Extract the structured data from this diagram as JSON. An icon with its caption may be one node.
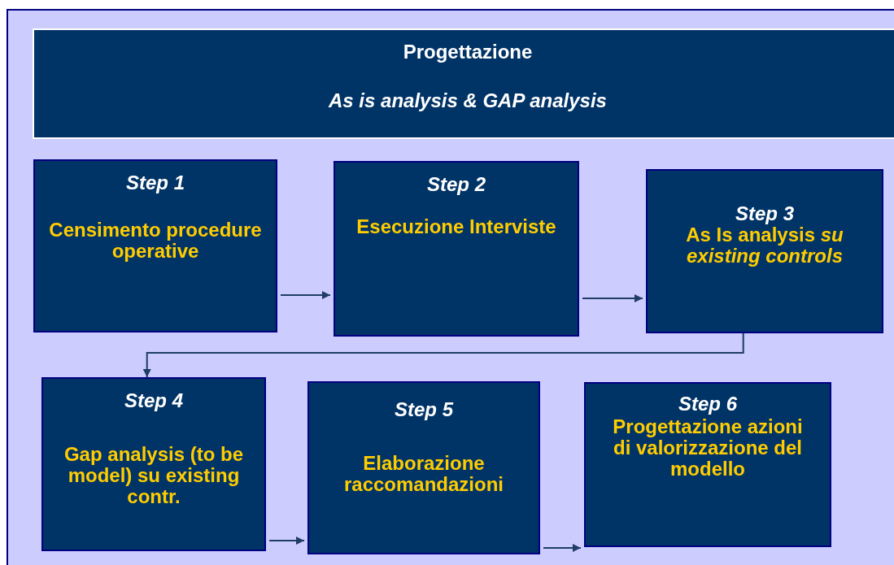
{
  "diagram": {
    "nodes": [
      {
        "text": [
          "Progettazione",
          "As is analysis & GAP analysis"
        ]
      },
      {
        "text": [
          "Step 1",
          "Censimento procedure operative"
        ]
      },
      {
        "text": [
          "Step 2",
          "Esecuzione Interviste"
        ]
      },
      {
        "text": [
          "Step 3",
          "As Is analysis *su existing controls*"
        ]
      },
      {
        "text": [
          "Step 4",
          "Gap analysis (to be model) su existing contr."
        ]
      },
      {
        "text": [
          "Step 5",
          "Elaborazione raccomandazioni"
        ]
      },
      {
        "text": [
          "Step 6",
          "Progettazione azioni di valorizzazione del modello"
        ]
      }
    ],
    "edges": [
      {
        "from": 1,
        "to": 2,
        "arrow": "to"
      },
      {
        "from": 2,
        "to": 3,
        "arrow": "to"
      },
      {
        "from": 3,
        "to": 4,
        "arrow": "to"
      },
      {
        "from": 4,
        "to": 5,
        "arrow": "to"
      },
      {
        "from": 5,
        "to": 6,
        "arrow": "to"
      }
    ]
  }
}
